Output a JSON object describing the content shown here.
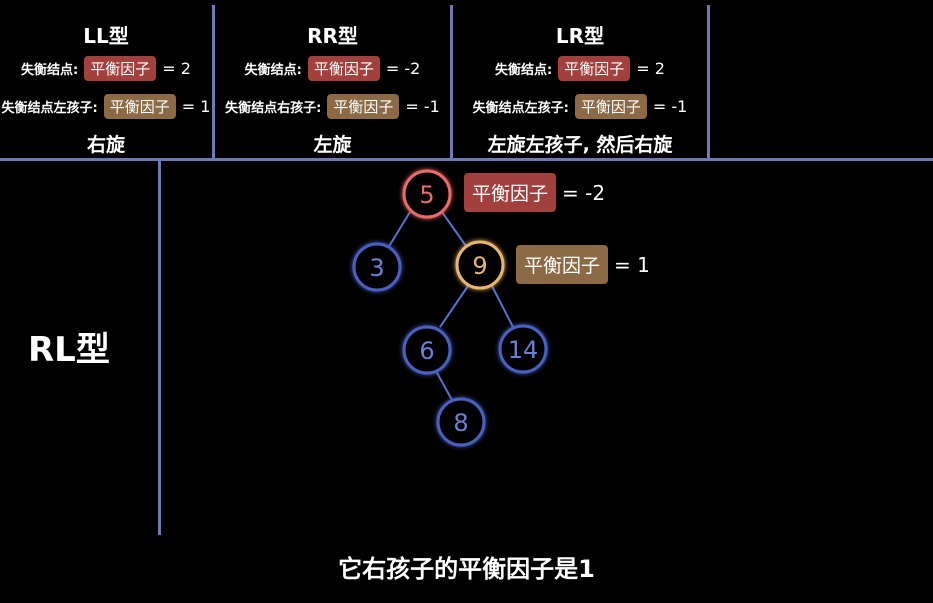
{
  "cards": [
    {
      "title": "LL型",
      "row1_label": "失衡结点:",
      "row1_tag": "平衡因子",
      "row1_value": "= 2",
      "row2_label": "失衡结点左孩子:",
      "row2_tag": "平衡因子",
      "row2_value": "= 1",
      "rotation": "右旋"
    },
    {
      "title": "RR型",
      "row1_label": "失衡结点:",
      "row1_tag": "平衡因子",
      "row1_value": "= -2",
      "row2_label": "失衡结点右孩子:",
      "row2_tag": "平衡因子",
      "row2_value": "= -1",
      "rotation": "左旋"
    },
    {
      "title": "LR型",
      "row1_label": "失衡结点:",
      "row1_tag": "平衡因子",
      "row1_value": "= 2",
      "row2_label": "失衡结点左孩子:",
      "row2_tag": "平衡因子",
      "row2_value": "= -1",
      "rotation": "左旋左孩子, 然后右旋"
    }
  ],
  "rl": {
    "title": "RL型",
    "root_tag": "平衡因子",
    "root_value": "= -2",
    "child_tag": "平衡因子",
    "child_value": "= 1"
  },
  "tree": {
    "nodes": [
      "5",
      "3",
      "9",
      "6",
      "14",
      "8"
    ],
    "colors": {
      "unbalanced": "#ee6b68",
      "child": "#e9b56b",
      "normal": "#4a60c2"
    }
  },
  "subtitle": "它右孩子的平衡因子是1"
}
